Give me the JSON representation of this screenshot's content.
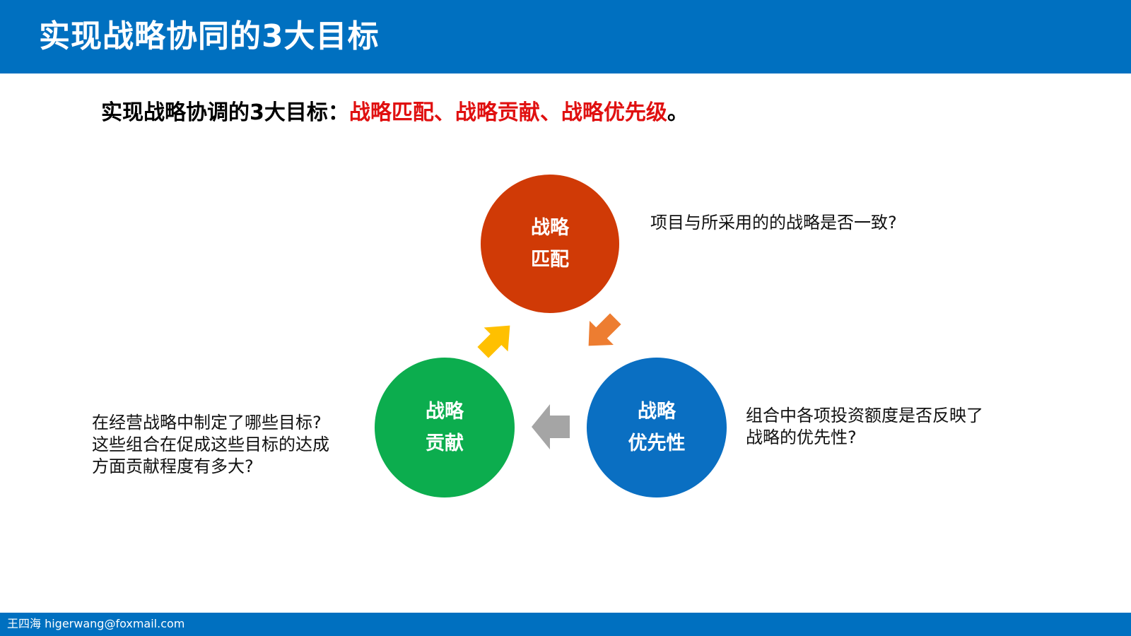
{
  "header": {
    "title": "实现战略协同的3大目标",
    "background_color": "#0070c0"
  },
  "subtitle": {
    "prefix": "实现战略协调的3大目标：",
    "goal_1": "战略匹配",
    "sep_1": "、",
    "goal_2": "战略贡献",
    "sep_2": "、",
    "goal_3": "战略优先级",
    "suffix": "。",
    "highlight_color": "#e01010"
  },
  "diagram": {
    "nodes": [
      {
        "id": "match",
        "line1": "战略",
        "line2": "匹配",
        "color": "#d03a06",
        "note": [
          "项目与所采用的的战略是否一致?"
        ]
      },
      {
        "id": "priority",
        "line1": "战略",
        "line2": "优先性",
        "color": "#0a6fc2",
        "note": [
          "组合中各项投资额度是否反映了",
          "战略的优先性?"
        ]
      },
      {
        "id": "contribution",
        "line1": "战略",
        "line2": "贡献",
        "color": "#0cad4e",
        "note": [
          "在经营战略中制定了哪些目标?",
          "这些组合在促成这些目标的达成",
          "方面贡献程度有多大?"
        ]
      }
    ],
    "arrows": [
      {
        "from": "match",
        "to": "priority",
        "color": "#ed7d31",
        "icon": "arrow-down-right-icon"
      },
      {
        "from": "priority",
        "to": "contribution",
        "color": "#a5a5a5",
        "icon": "arrow-left-icon"
      },
      {
        "from": "contribution",
        "to": "match",
        "color": "#ffc000",
        "icon": "arrow-up-right-icon"
      }
    ],
    "cycle": "clockwise"
  },
  "footer": {
    "text": "王四海 higerwang@foxmail.com"
  }
}
